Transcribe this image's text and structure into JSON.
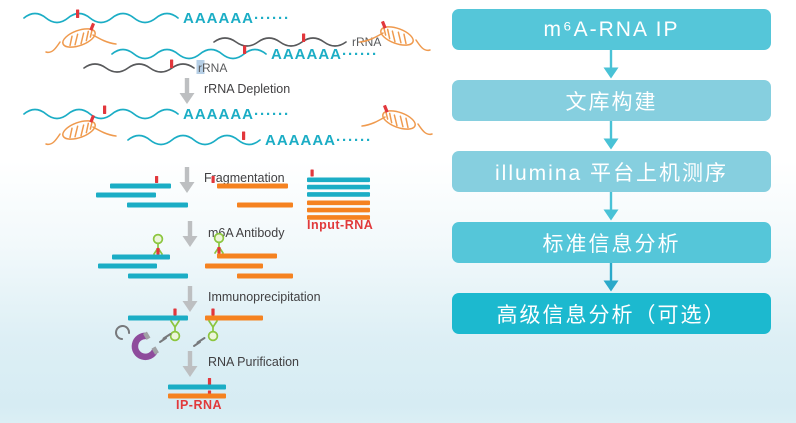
{
  "diagram": {
    "polyA": "AAAAAA······",
    "rrna_label": "rRNA",
    "steps": [
      "rRNA Depletion",
      "Fragmentation",
      "m6A Antibody",
      "Immunoprecipitation",
      "RNA Purification"
    ],
    "input_rna_label": "Input-RNA",
    "ip_rna_label": "IP-RNA"
  },
  "flowchart": {
    "boxes": [
      {
        "label": "m⁶A-RNA IP",
        "color": "#55c6d9"
      },
      {
        "label": "文库构建",
        "color": "#86cfdf"
      },
      {
        "label": "illumina 平台上机测序",
        "color": "#86cfdf"
      },
      {
        "label": "标准信息分析",
        "color": "#55c6d9"
      },
      {
        "label": "高级信息分析（可选）",
        "color": "#1cb9cf"
      }
    ]
  },
  "colors": {
    "cyan": "#1badc5",
    "orange": "#f58220",
    "orange_light": "#ef9a4e",
    "red": "#e2373c",
    "gray_line": "#58595b",
    "green": "#8cc63f",
    "purple": "#8e4b9c",
    "arrow_gray": "#bdbfc1",
    "label": "#414042",
    "red_label": "#e1393b",
    "flow_arrow": "#49c2d6",
    "flow_arrow_dark": "#2ba9c9"
  }
}
